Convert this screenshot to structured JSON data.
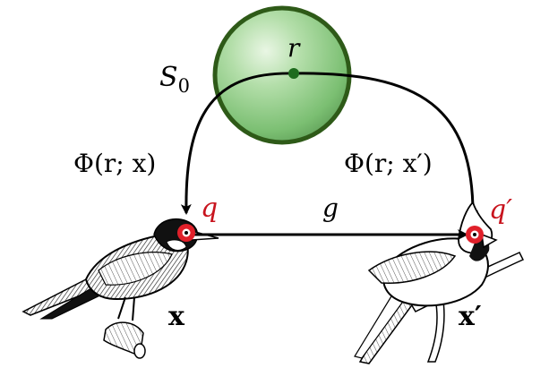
{
  "labels": {
    "sphere": {
      "base": "S",
      "subscript": "0"
    },
    "sphere_point": "r",
    "phi_left": "Φ(r; x)",
    "phi_right": "Φ(r; x′)",
    "map": "g",
    "point_left": "q",
    "point_right": "q′",
    "image_left": "x",
    "image_right": "x′"
  },
  "colors": {
    "sphere_fill": "#8fcf88",
    "sphere_stroke": "#2e5a18",
    "sphere_point": "#1e6b1e",
    "marker": "#e0202a",
    "marker_label": "#c8141e",
    "arrow": "#000000"
  },
  "icons": {
    "left_bird": "bird-icon",
    "right_bird": "cardinal-bird-icon"
  }
}
